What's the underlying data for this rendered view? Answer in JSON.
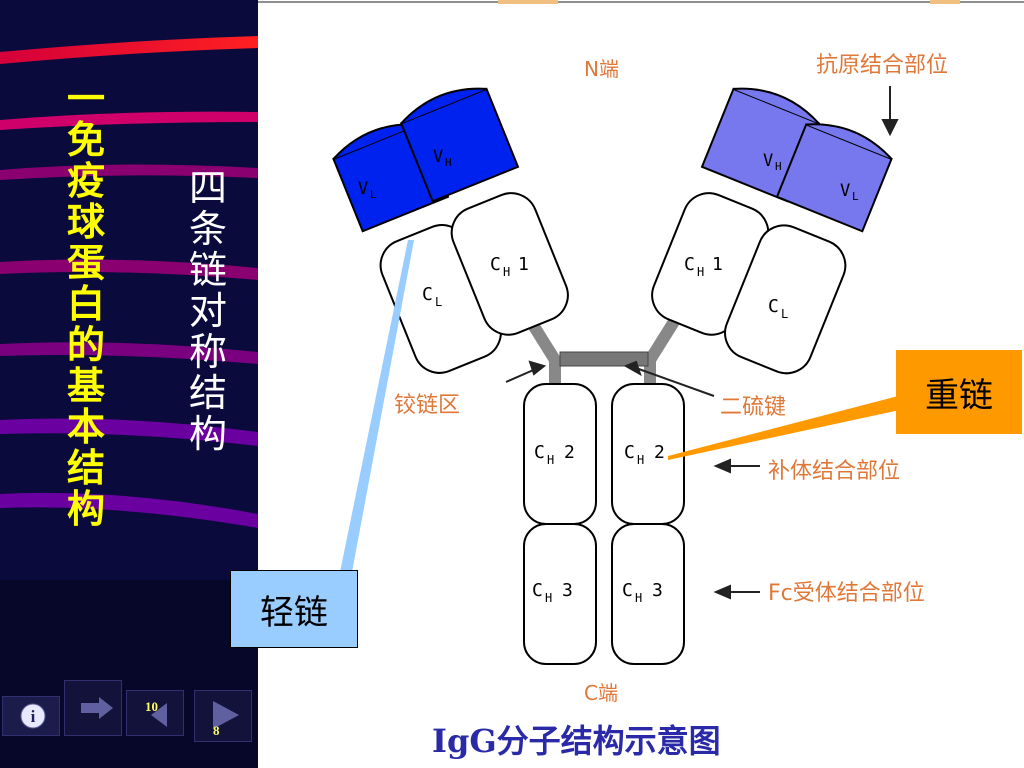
{
  "sidebar": {
    "title_vertical": "一免疫球蛋白的基本结构",
    "subtitle_vertical": "四条链对称结构"
  },
  "diagram": {
    "n_terminus": "N端",
    "c_terminus": "C端",
    "antigen_site": "抗原结合部位",
    "hinge": "铰链区",
    "disulfide": "二硫键",
    "complement_site": "补体结合部位",
    "fc_receptor_site": "Fc受体结合部位",
    "caption": "IgG分子结构示意图",
    "domains": {
      "vl": "V",
      "vl_sub": "L",
      "vh": "V",
      "vh_sub": "H",
      "cl": "C",
      "cl_sub": "L",
      "ch": "C",
      "ch_sub": "H",
      "ch1_num": "1",
      "ch2_num": "2",
      "ch3_num": "3"
    }
  },
  "callouts": {
    "heavy_chain": "重链",
    "light_chain": "轻链"
  },
  "nav": {
    "slide_total": "10",
    "slide_current": "8"
  },
  "colors": {
    "sidebar_bg": "#0a0a3c",
    "title_yellow": "#ffff00",
    "heavy_callout": "#ff9900",
    "light_callout": "#99ccff",
    "variable_dark": "#0022ee",
    "variable_light": "#7777ee",
    "label_orange": "#e0783a"
  }
}
